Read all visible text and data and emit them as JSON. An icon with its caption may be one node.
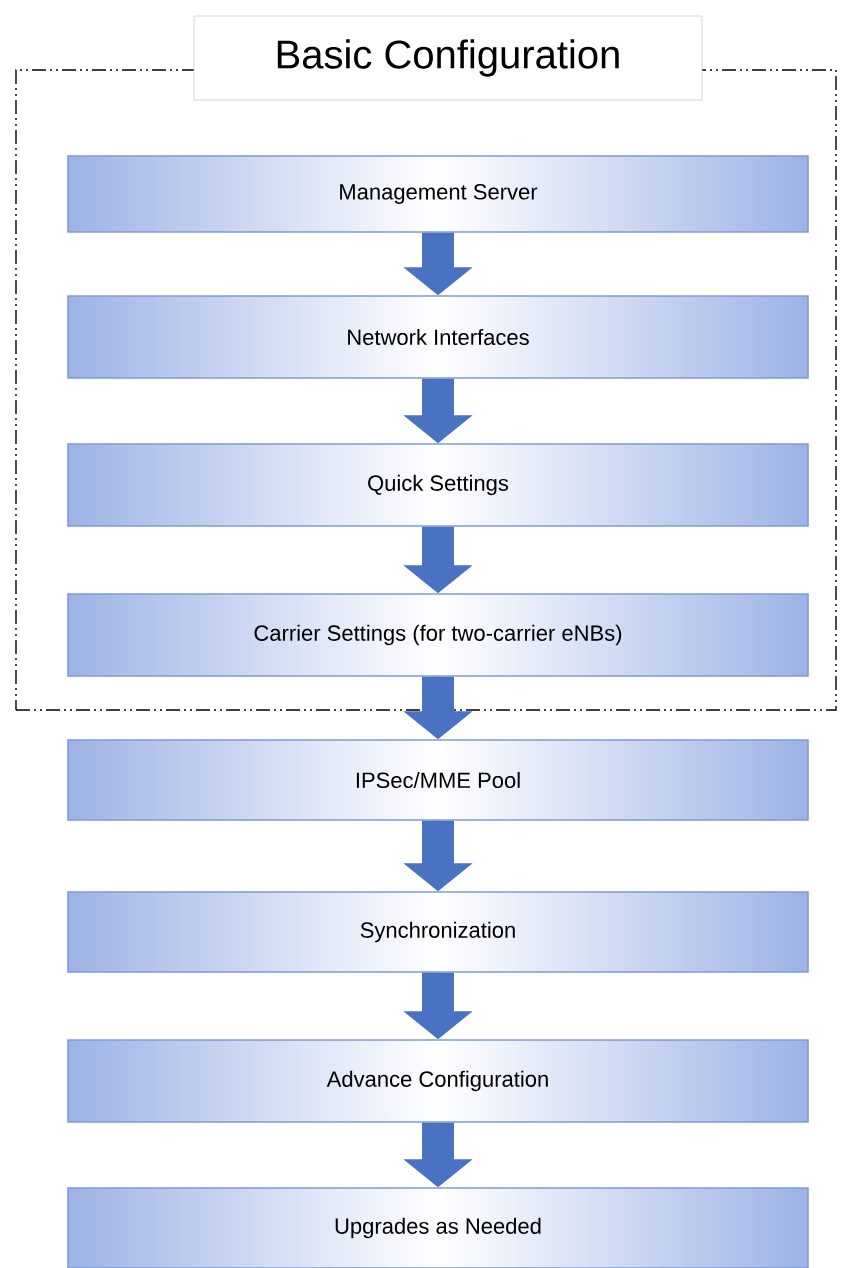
{
  "diagram": {
    "nodes": [
      {
        "text": [
          "Basic Configuration"
        ]
      },
      {
        "text": [
          "Management Server"
        ],
        "in": 0
      },
      {
        "text": [
          "Network Interfaces"
        ],
        "in": 0
      },
      {
        "text": [
          "Quick Settings"
        ],
        "in": 0
      },
      {
        "text": [
          "Carrier Settings (for two-carrier eNBs)"
        ],
        "in": 0
      },
      {
        "text": [
          "IPSec/MME Pool"
        ]
      },
      {
        "text": [
          "Synchronization"
        ]
      },
      {
        "text": [
          "Advance Configuration"
        ]
      },
      {
        "text": [
          "Upgrades as Needed"
        ]
      }
    ],
    "edges": [
      {
        "from": 1,
        "to": 2,
        "arrow": "to"
      },
      {
        "from": 2,
        "to": 3,
        "arrow": "to"
      },
      {
        "from": 3,
        "to": 4,
        "arrow": "to"
      },
      {
        "from": 4,
        "to": 5,
        "arrow": "to"
      },
      {
        "from": 5,
        "to": 6,
        "arrow": "to"
      },
      {
        "from": 6,
        "to": 7,
        "arrow": "to"
      },
      {
        "from": 7,
        "to": 8,
        "arrow": "to"
      }
    ]
  }
}
